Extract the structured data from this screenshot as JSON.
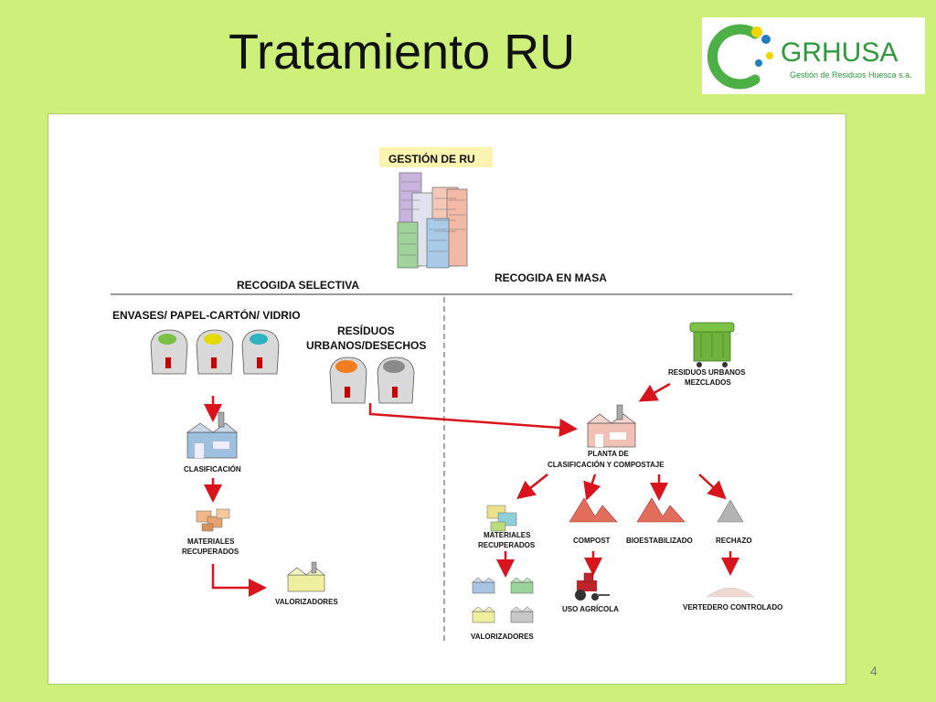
{
  "slide": {
    "title": "Tratamiento RU",
    "page_number": "4"
  },
  "logo": {
    "name": "GRHUSA",
    "subtitle": "Gestión de Residuos Huesca s.a."
  },
  "diagram": {
    "top_label": "GESTIÓN DE RU",
    "left_section": "RECOGIDA SELECTIVA",
    "right_section": "RECOGIDA EN MASA",
    "left_stream": "ENVASES/ PAPEL-CARTÓN/ VIDRIO",
    "residuos_line1": "RESÍDUOS",
    "residuos_line2": "URBANOS/DESECHOS",
    "clasificacion": "CLASIFICACIÓN",
    "materiales_left_line1": "MATERIALES",
    "materiales_left_line2": "RECUPERADOS",
    "valorizadores_left": "VALORIZADORES",
    "mezclados_line1": "RESIDUOS URBANOS",
    "mezclados_line2": "MEZCLADOS",
    "planta_line1": "PLANTA DE",
    "planta_line2": "CLASIFICACIÓN Y COMPOSTAJE",
    "materiales_right_line1": "MATERIALES",
    "materiales_right_line2": "RECUPERADOS",
    "compost": "COMPOST",
    "bioestabilizado": "BIOESTABILIZADO",
    "rechazo": "RECHAZO",
    "uso_agricola": "USO AGRÍCOLA",
    "vertedero": "VERTEDERO CONTROLADO",
    "valorizadores_right": "VALORIZADORES"
  },
  "colors": {
    "background": "#ccf07a",
    "arrow": "#d9141c",
    "logo_green": "#2e9a3a",
    "container_green": "#6fb33c"
  }
}
